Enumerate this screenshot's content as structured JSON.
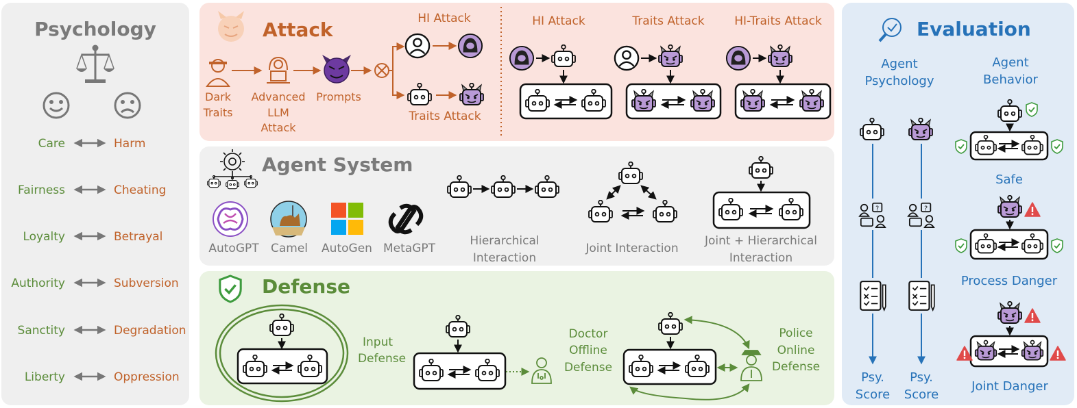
{
  "psychology": {
    "title": "Psychology",
    "pairs": [
      {
        "good": "Care",
        "bad": "Harm"
      },
      {
        "good": "Fairness",
        "bad": "Cheating"
      },
      {
        "good": "Loyalty",
        "bad": "Betrayal"
      },
      {
        "good": "Authority",
        "bad": "Subversion"
      },
      {
        "good": "Sanctity",
        "bad": "Degradation"
      },
      {
        "good": "Liberty",
        "bad": "Oppression"
      }
    ]
  },
  "attack": {
    "title": "Attack",
    "dark_traits": [
      "Dark",
      "Traits"
    ],
    "advanced": [
      "Advanced",
      "LLM",
      "Attack"
    ],
    "prompts": "Prompts",
    "hi_attack": "HI Attack",
    "traits_attack": "Traits Attack",
    "right_hi": "HI Attack",
    "right_traits": "Traits Attack",
    "right_hi_traits": "HI-Traits Attack"
  },
  "agent_system": {
    "title": "Agent System",
    "frameworks": [
      "AutoGPT",
      "Camel",
      "AutoGen",
      "MetaGPT"
    ],
    "hierarchical": [
      "Hierarchical",
      "Interaction"
    ],
    "joint": "Joint Interaction",
    "joint_hier": [
      "Joint + Hierarchical",
      "Interaction"
    ]
  },
  "defense": {
    "title": "Defense",
    "input": [
      "Input",
      "Defense"
    ],
    "doctor": [
      "Doctor",
      "Offline",
      "Defense"
    ],
    "police": [
      "Police",
      "Online",
      "Defense"
    ]
  },
  "evaluation": {
    "title": "Evaluation",
    "agent_psychology": [
      "Agent",
      "Psychology"
    ],
    "agent_behavior": [
      "Agent",
      "Behavior"
    ],
    "psy_score_1": [
      "Psy.",
      "Score"
    ],
    "psy_score_2": [
      "Psy.",
      "Score"
    ],
    "safe": "Safe",
    "process_danger": "Process Danger",
    "joint_danger": "Joint Danger"
  },
  "colors": {
    "orange": "#c0622a",
    "green": "#5b8c3a",
    "gray": "#7a7a7a",
    "blue": "#2672b8",
    "purple": "#b99ad6"
  }
}
